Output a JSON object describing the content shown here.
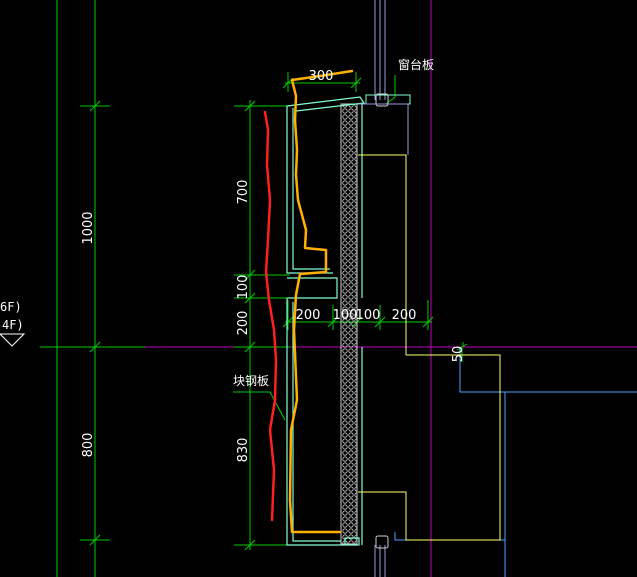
{
  "drawing": {
    "level_labels": {
      "upper": "6F)",
      "lower": "4F)"
    },
    "annotations": {
      "window_sill": "窗台板",
      "panel": "块钢板"
    },
    "dimensions": {
      "left_total_top": "1000",
      "left_total_bottom": "800",
      "vertical": [
        "700",
        "100",
        "200",
        "830"
      ],
      "top_width": "300",
      "horizontal": [
        "200",
        "100",
        "100",
        "200"
      ],
      "small": "50"
    },
    "colors": {
      "background": "#000000",
      "dimension_line": "#00cc00",
      "wall_outline": "#80ffd0",
      "insulation": "#cfcfcf",
      "markup_yellow": "#ffb000",
      "markup_red": "#ff2020",
      "window_frame": "#ffff66",
      "axis_magenta": "#c000c0",
      "structure_blue": "#4aa0ff",
      "text": "#ffffff"
    }
  }
}
